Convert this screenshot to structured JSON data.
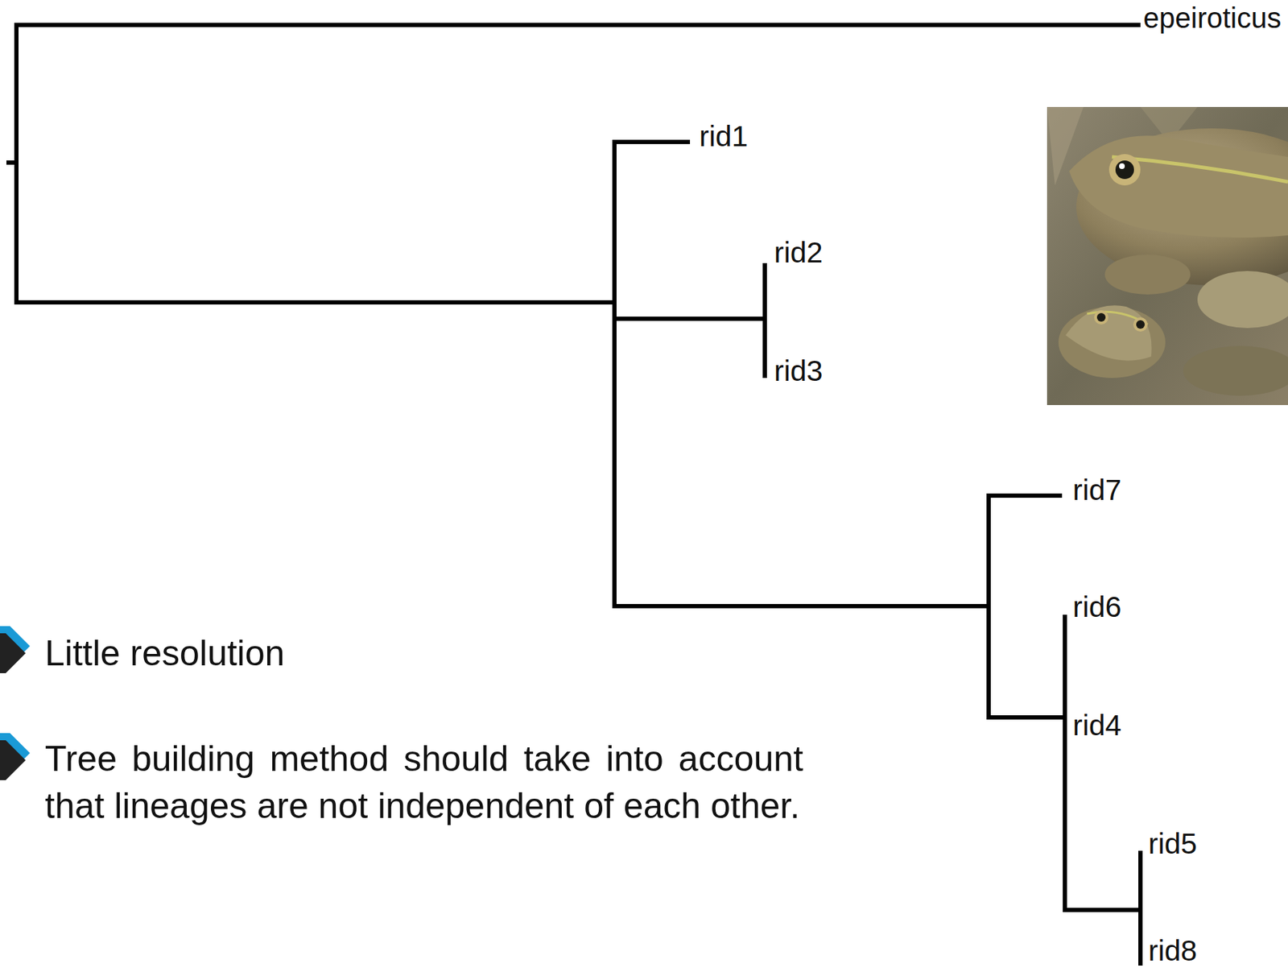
{
  "diagram": {
    "labels": [
      "epeiroticus",
      "rid1",
      "rid2",
      "rid3",
      "rid7",
      "rid6",
      "rid4",
      "rid5",
      "rid8",
      "Little resolution",
      "Tree building method should take into account that lineages are not independent of each other."
    ]
  }
}
